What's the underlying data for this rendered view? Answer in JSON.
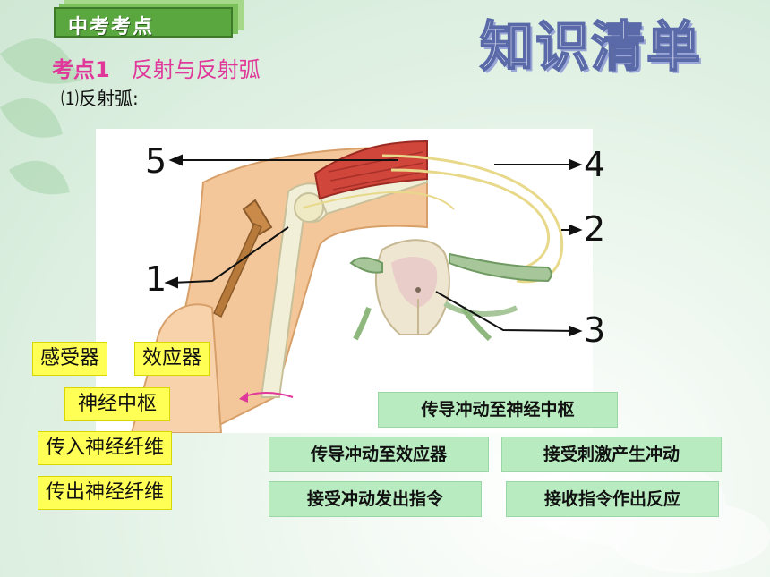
{
  "header": {
    "tab_label": "中考考点",
    "title": "知识清单"
  },
  "topic": {
    "number": "考点1",
    "name": "反射与反射弧"
  },
  "subtitle": "⑴反射弧:",
  "diagram_labels": {
    "n1": "1",
    "n2": "2",
    "n3": "3",
    "n4": "4",
    "n5": "5"
  },
  "term_boxes": [
    "感受器",
    "效应器",
    "神经中枢",
    "传入神经纤维",
    "传出神经纤维"
  ],
  "function_boxes": [
    "传导冲动至神经中枢",
    "传导冲动至效应器",
    "接受刺激产生冲动",
    "接受冲动发出指令",
    "接收指令作出反应"
  ],
  "colors": {
    "accent_pink": "#e0389a",
    "tab_green": "#5aa63f",
    "term_yellow": "#ffff55",
    "function_green": "#b8ecc0"
  }
}
